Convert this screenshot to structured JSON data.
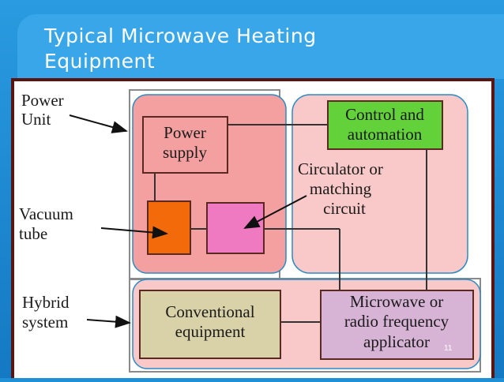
{
  "slide": {
    "title_line1": "Typical Microwave Heating",
    "title_line2": "Equipment",
    "slide_number": "11"
  },
  "diagram": {
    "left_labels": {
      "power_unit_1": "Power",
      "power_unit_2": "Unit",
      "vacuum_tube_1": "Vacuum",
      "vacuum_tube_2": "tube",
      "hybrid_system_1": "Hybrid",
      "hybrid_system_2": "system"
    },
    "boxes": {
      "power_supply_1": "Power",
      "power_supply_2": "supply",
      "control_1": "Control and",
      "control_2": "automation",
      "conventional_1": "Conventional",
      "conventional_2": "equipment",
      "applicator_1": "Microwave or",
      "applicator_2": "radio frequency",
      "applicator_3": "applicator"
    },
    "circulator_label": {
      "line1": "Circulator or",
      "line2": "matching",
      "line3": "circuit"
    },
    "colors": {
      "power_unit_fill": "#f4a0a0",
      "control_region_fill": "#f9c8c8",
      "hybrid_fill": "#f9c8c8",
      "control_box_fill": "#63d13a",
      "vacuum_tube_fill": "#f26a0a",
      "circulator_box_fill": "#f07ac2",
      "conventional_fill": "#d9d2a8",
      "applicator_fill": "#d7b3d6",
      "region_outline": "#2a8bc4"
    }
  }
}
